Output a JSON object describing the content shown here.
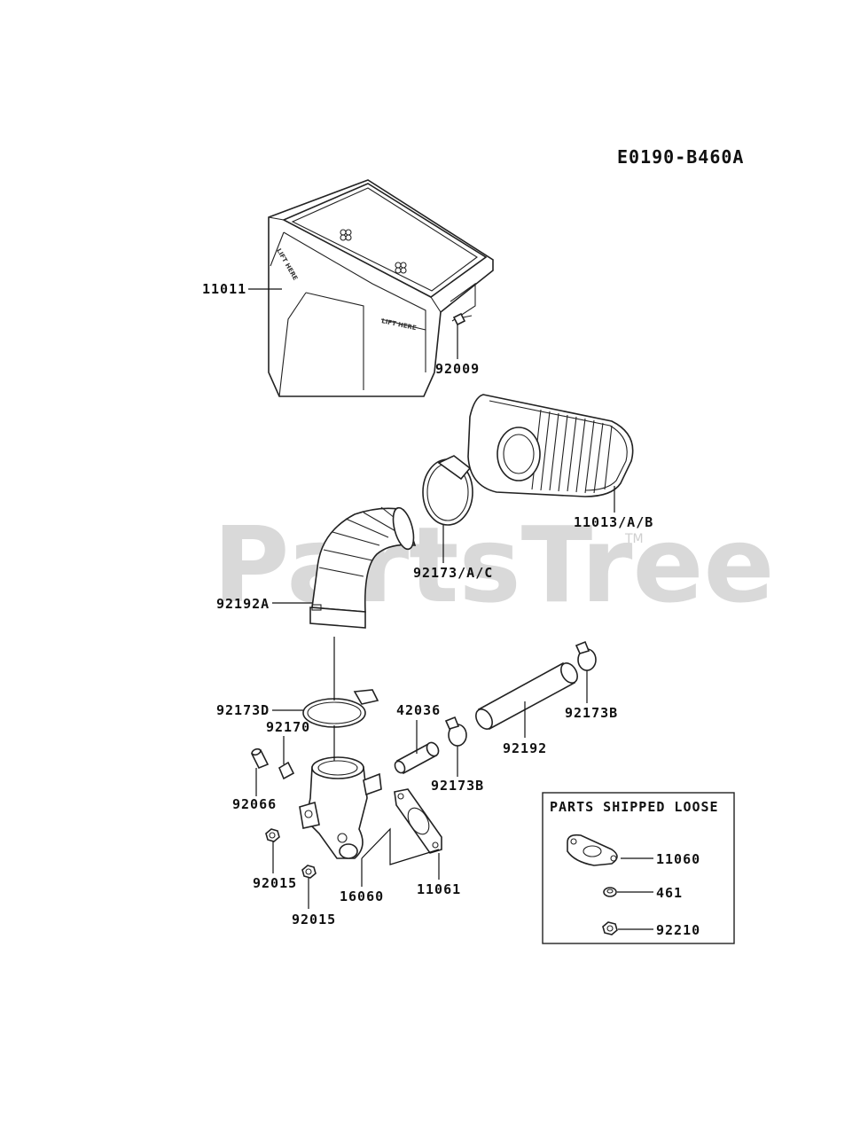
{
  "diagram_code": "E0190-B460A",
  "watermark": "PartsTree",
  "watermark_mark": "TM",
  "embossed_text": "LIFT HERE",
  "loose_box_title": "PARTS SHIPPED LOOSE",
  "labels": {
    "p11011": "11011",
    "p92009": "92009",
    "p11013": "11013/A/B",
    "p92173ac": "92173/A/C",
    "p92192a": "92192A",
    "p92173d": "92173D",
    "p42036": "42036",
    "p92173b_top": "92173B",
    "p92192": "92192",
    "p92173b_mid": "92173B",
    "p92170": "92170",
    "p92066": "92066",
    "p92015_left": "92015",
    "p92015_bottom": "92015",
    "p16060": "16060",
    "p11061": "11061",
    "p11060": "11060",
    "p461": "461",
    "p92210": "92210"
  }
}
